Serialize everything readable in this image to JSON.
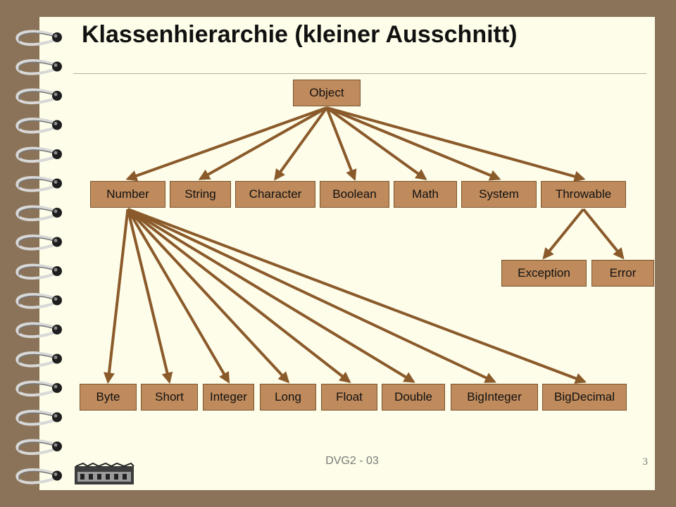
{
  "slide": {
    "title": "Klassenhierarchie (kleiner Ausschnitt)",
    "footer": "DVG2 - 03",
    "page_number": "3"
  },
  "nodes": {
    "object": "Object",
    "number": "Number",
    "string": "String",
    "character": "Character",
    "boolean": "Boolean",
    "math": "Math",
    "system": "System",
    "throwable": "Throwable",
    "exception": "Exception",
    "error": "Error",
    "byte": "Byte",
    "short": "Short",
    "integer": "Integer",
    "long": "Long",
    "float": "Float",
    "double": "Double",
    "biginteger": "BigInteger",
    "bigdecimal": "BigDecimal"
  },
  "edges": [
    [
      "object",
      "number"
    ],
    [
      "object",
      "string"
    ],
    [
      "object",
      "character"
    ],
    [
      "object",
      "boolean"
    ],
    [
      "object",
      "math"
    ],
    [
      "object",
      "system"
    ],
    [
      "object",
      "throwable"
    ],
    [
      "throwable",
      "exception"
    ],
    [
      "throwable",
      "error"
    ],
    [
      "number",
      "byte"
    ],
    [
      "number",
      "short"
    ],
    [
      "number",
      "integer"
    ],
    [
      "number",
      "long"
    ],
    [
      "number",
      "float"
    ],
    [
      "number",
      "double"
    ],
    [
      "number",
      "biginteger"
    ],
    [
      "number",
      "bigdecimal"
    ]
  ],
  "colors": {
    "node_fill": "#bf8a5c",
    "arrow": "#8b5a2b",
    "paper": "#fdfde9",
    "frame": "#8a7358"
  }
}
